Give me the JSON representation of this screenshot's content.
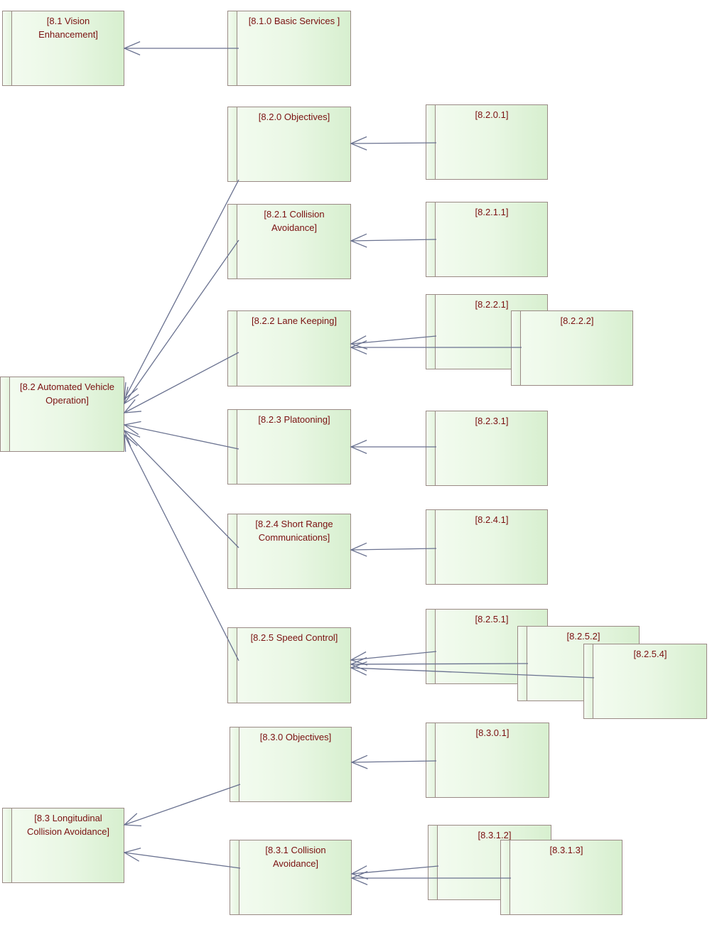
{
  "diagram": {
    "colors": {
      "edge": "#6a7290",
      "label": "#7a1010",
      "border": "#9a8a85"
    },
    "nodes": [
      {
        "id": "n81",
        "label": "[8.1 Vision\nEnhancement]"
      },
      {
        "id": "n810",
        "label": "[8.1.0 Basic Services  ]"
      },
      {
        "id": "n820",
        "label": "[8.2.0 Objectives]"
      },
      {
        "id": "n8201",
        "label": "[8.2.0.1]"
      },
      {
        "id": "n821",
        "label": "[8.2.1 Collision\nAvoidance]"
      },
      {
        "id": "n8211",
        "label": "[8.2.1.1]"
      },
      {
        "id": "n822",
        "label": "[8.2.2 Lane Keeping]"
      },
      {
        "id": "n8221",
        "label": "[8.2.2.1]"
      },
      {
        "id": "n8222",
        "label": "[8.2.2.2]"
      },
      {
        "id": "n82",
        "label": "[8.2 Automated Vehicle\nOperation]"
      },
      {
        "id": "n823",
        "label": "[8.2.3 Platooning]"
      },
      {
        "id": "n8231",
        "label": "[8.2.3.1]"
      },
      {
        "id": "n824",
        "label": "[8.2.4 Short Range\nCommunications]"
      },
      {
        "id": "n8241",
        "label": "[8.2.4.1]"
      },
      {
        "id": "n825",
        "label": "[8.2.5 Speed Control]"
      },
      {
        "id": "n8251",
        "label": "[8.2.5.1]"
      },
      {
        "id": "n8252",
        "label": "[8.2.5.2]"
      },
      {
        "id": "n8254",
        "label": "[8.2.5.4]"
      },
      {
        "id": "n830",
        "label": "[8.3.0 Objectives]"
      },
      {
        "id": "n8301",
        "label": "[8.3.0.1]"
      },
      {
        "id": "n83",
        "label": "[8.3 Longitudinal\nCollision Avoidance]"
      },
      {
        "id": "n831",
        "label": "[8.3.1 Collision\nAvoidance]"
      },
      {
        "id": "n8312",
        "label": "[8.3.1.2]"
      },
      {
        "id": "n8313",
        "label": "[8.3.1.3]"
      }
    ],
    "edges": [
      {
        "from": "n810",
        "to": "n81"
      },
      {
        "from": "n820",
        "to": "n82"
      },
      {
        "from": "n821",
        "to": "n82"
      },
      {
        "from": "n822",
        "to": "n82"
      },
      {
        "from": "n823",
        "to": "n82"
      },
      {
        "from": "n824",
        "to": "n82"
      },
      {
        "from": "n825",
        "to": "n82"
      },
      {
        "from": "n8201",
        "to": "n820"
      },
      {
        "from": "n8211",
        "to": "n821"
      },
      {
        "from": "n8221",
        "to": "n822"
      },
      {
        "from": "n8222",
        "to": "n822"
      },
      {
        "from": "n8231",
        "to": "n823"
      },
      {
        "from": "n8241",
        "to": "n824"
      },
      {
        "from": "n8251",
        "to": "n825"
      },
      {
        "from": "n8252",
        "to": "n825"
      },
      {
        "from": "n8254",
        "to": "n825"
      },
      {
        "from": "n830",
        "to": "n83"
      },
      {
        "from": "n831",
        "to": "n83"
      },
      {
        "from": "n8301",
        "to": "n830"
      },
      {
        "from": "n8312",
        "to": "n831"
      },
      {
        "from": "n8313",
        "to": "n831"
      }
    ]
  }
}
